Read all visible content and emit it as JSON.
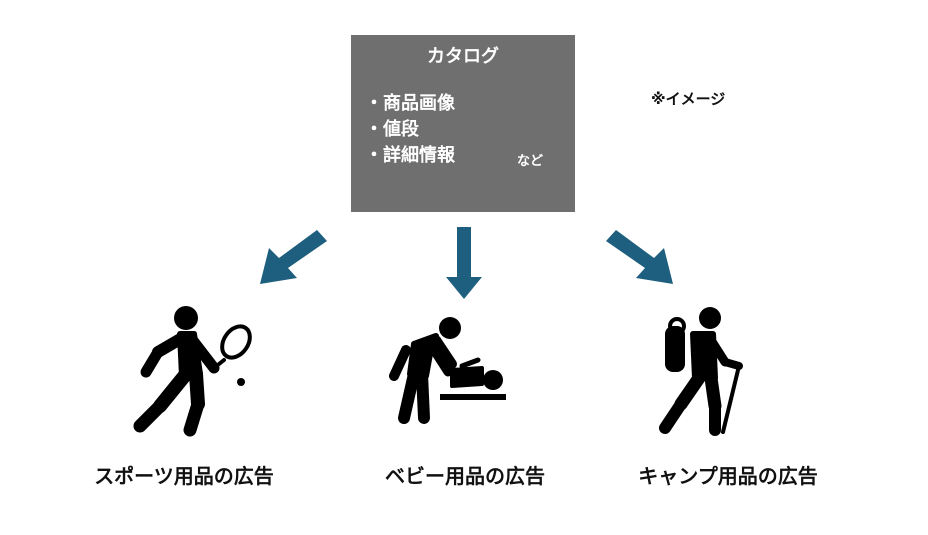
{
  "catalog": {
    "title": "カタログ",
    "items": [
      "・商品画像",
      "・値段",
      "・詳細情報"
    ],
    "etc": "など",
    "box_color": "#6f6f6f"
  },
  "note": "※イメージ",
  "arrow_color": "#1e5f80",
  "targets": [
    {
      "icon": "tennis-player-icon",
      "label": "スポーツ用品の広告"
    },
    {
      "icon": "diaper-change-icon",
      "label": "ベビー用品の広告"
    },
    {
      "icon": "hiker-icon",
      "label": "キャンプ用品の広告"
    }
  ]
}
